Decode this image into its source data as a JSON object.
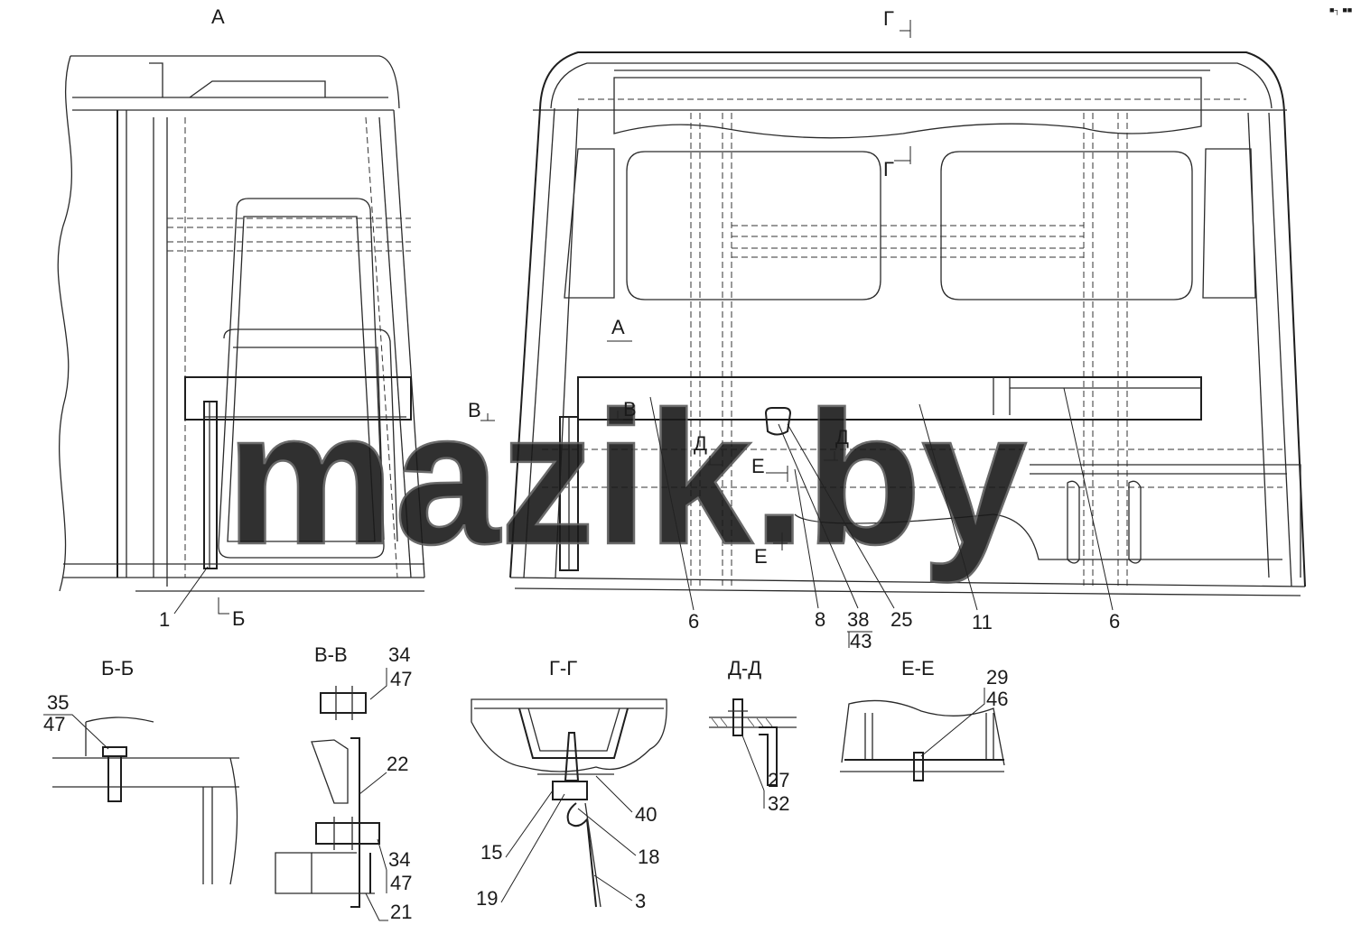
{
  "watermark": "mazik.by",
  "corner_mark": "■┐ ■■■",
  "views": {
    "side_view_label": "А",
    "rear_view_marker": "Г",
    "view_a_arrow": "А"
  },
  "section_marks": {
    "b": "Б",
    "v_left": "В",
    "v_right": "В",
    "g": "Г",
    "d_left": "Д",
    "d_right": "Д",
    "e_top": "Е",
    "e_bottom": "Е"
  },
  "main_callouts": {
    "c1": "1",
    "c6a": "6",
    "c8": "8",
    "c38": "38",
    "c43": "43",
    "c25": "25",
    "c11": "11",
    "c6b": "6"
  },
  "sections": {
    "bb": {
      "title": "Б-Б",
      "labels": [
        "35",
        "47"
      ]
    },
    "vv": {
      "title": "В-В",
      "labels": [
        "34",
        "47",
        "22",
        "34",
        "47",
        "21"
      ]
    },
    "gg": {
      "title": "Г-Г",
      "labels": [
        "40",
        "15",
        "18",
        "19",
        "3"
      ]
    },
    "dd": {
      "title": "Д-Д",
      "labels": [
        "27",
        "32"
      ]
    },
    "ee": {
      "title": "Е-Е",
      "labels": [
        "29",
        "46"
      ]
    }
  }
}
